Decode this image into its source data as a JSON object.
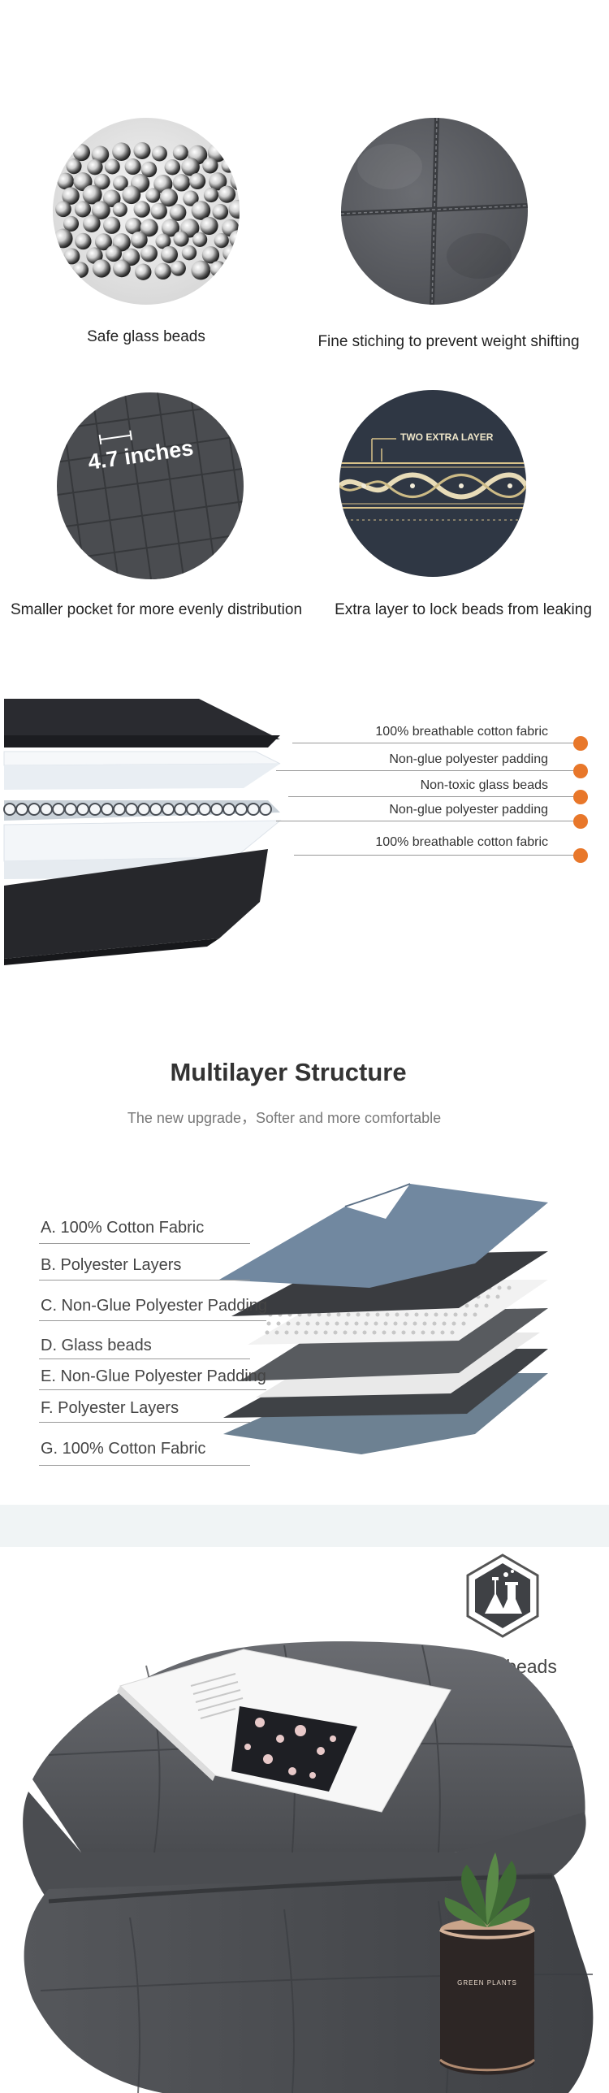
{
  "features": [
    {
      "caption": "Safe glass beads",
      "icon": "glass-beads-photo"
    },
    {
      "caption": "Fine stiching to prevent weight shifting",
      "icon": "stitching-photo"
    },
    {
      "caption": "Smaller pocket for more evenly distribution",
      "icon": "pocket-photo",
      "overlay": "4.7 inches"
    },
    {
      "caption": "Extra layer to lock beads from leaking",
      "icon": "extra-layer-photo",
      "overlay": "TWO EXTRA LAYER"
    }
  ],
  "layers_exploded": [
    "100% breathable cotton fabric",
    "Non-glue polyester padding",
    "Non-toxic glass beads",
    "Non-glue polyester padding",
    "100% breathable cotton fabric"
  ],
  "multilayer": {
    "title": "Multilayer Structure",
    "subtitle": "The new upgrade，Softer and more comfortable",
    "labels": [
      "A. 100%  Cotton Fabric",
      "B. Polyester Layers",
      "C. Non-Glue Polyester Padding",
      "D. Glass beads",
      "E. Non-Glue Polyester Padding",
      "F. Polyester Layers",
      "G. 100%  Cotton Fabric"
    ]
  },
  "product": {
    "badge_label": "Glass beads",
    "badge_icon": "flask-icon",
    "plant_label": "GREEN PLANTS"
  },
  "colors": {
    "accent": "#e8772a",
    "fabric": "#5c5e63",
    "fabric_blue": "#6f8295"
  }
}
